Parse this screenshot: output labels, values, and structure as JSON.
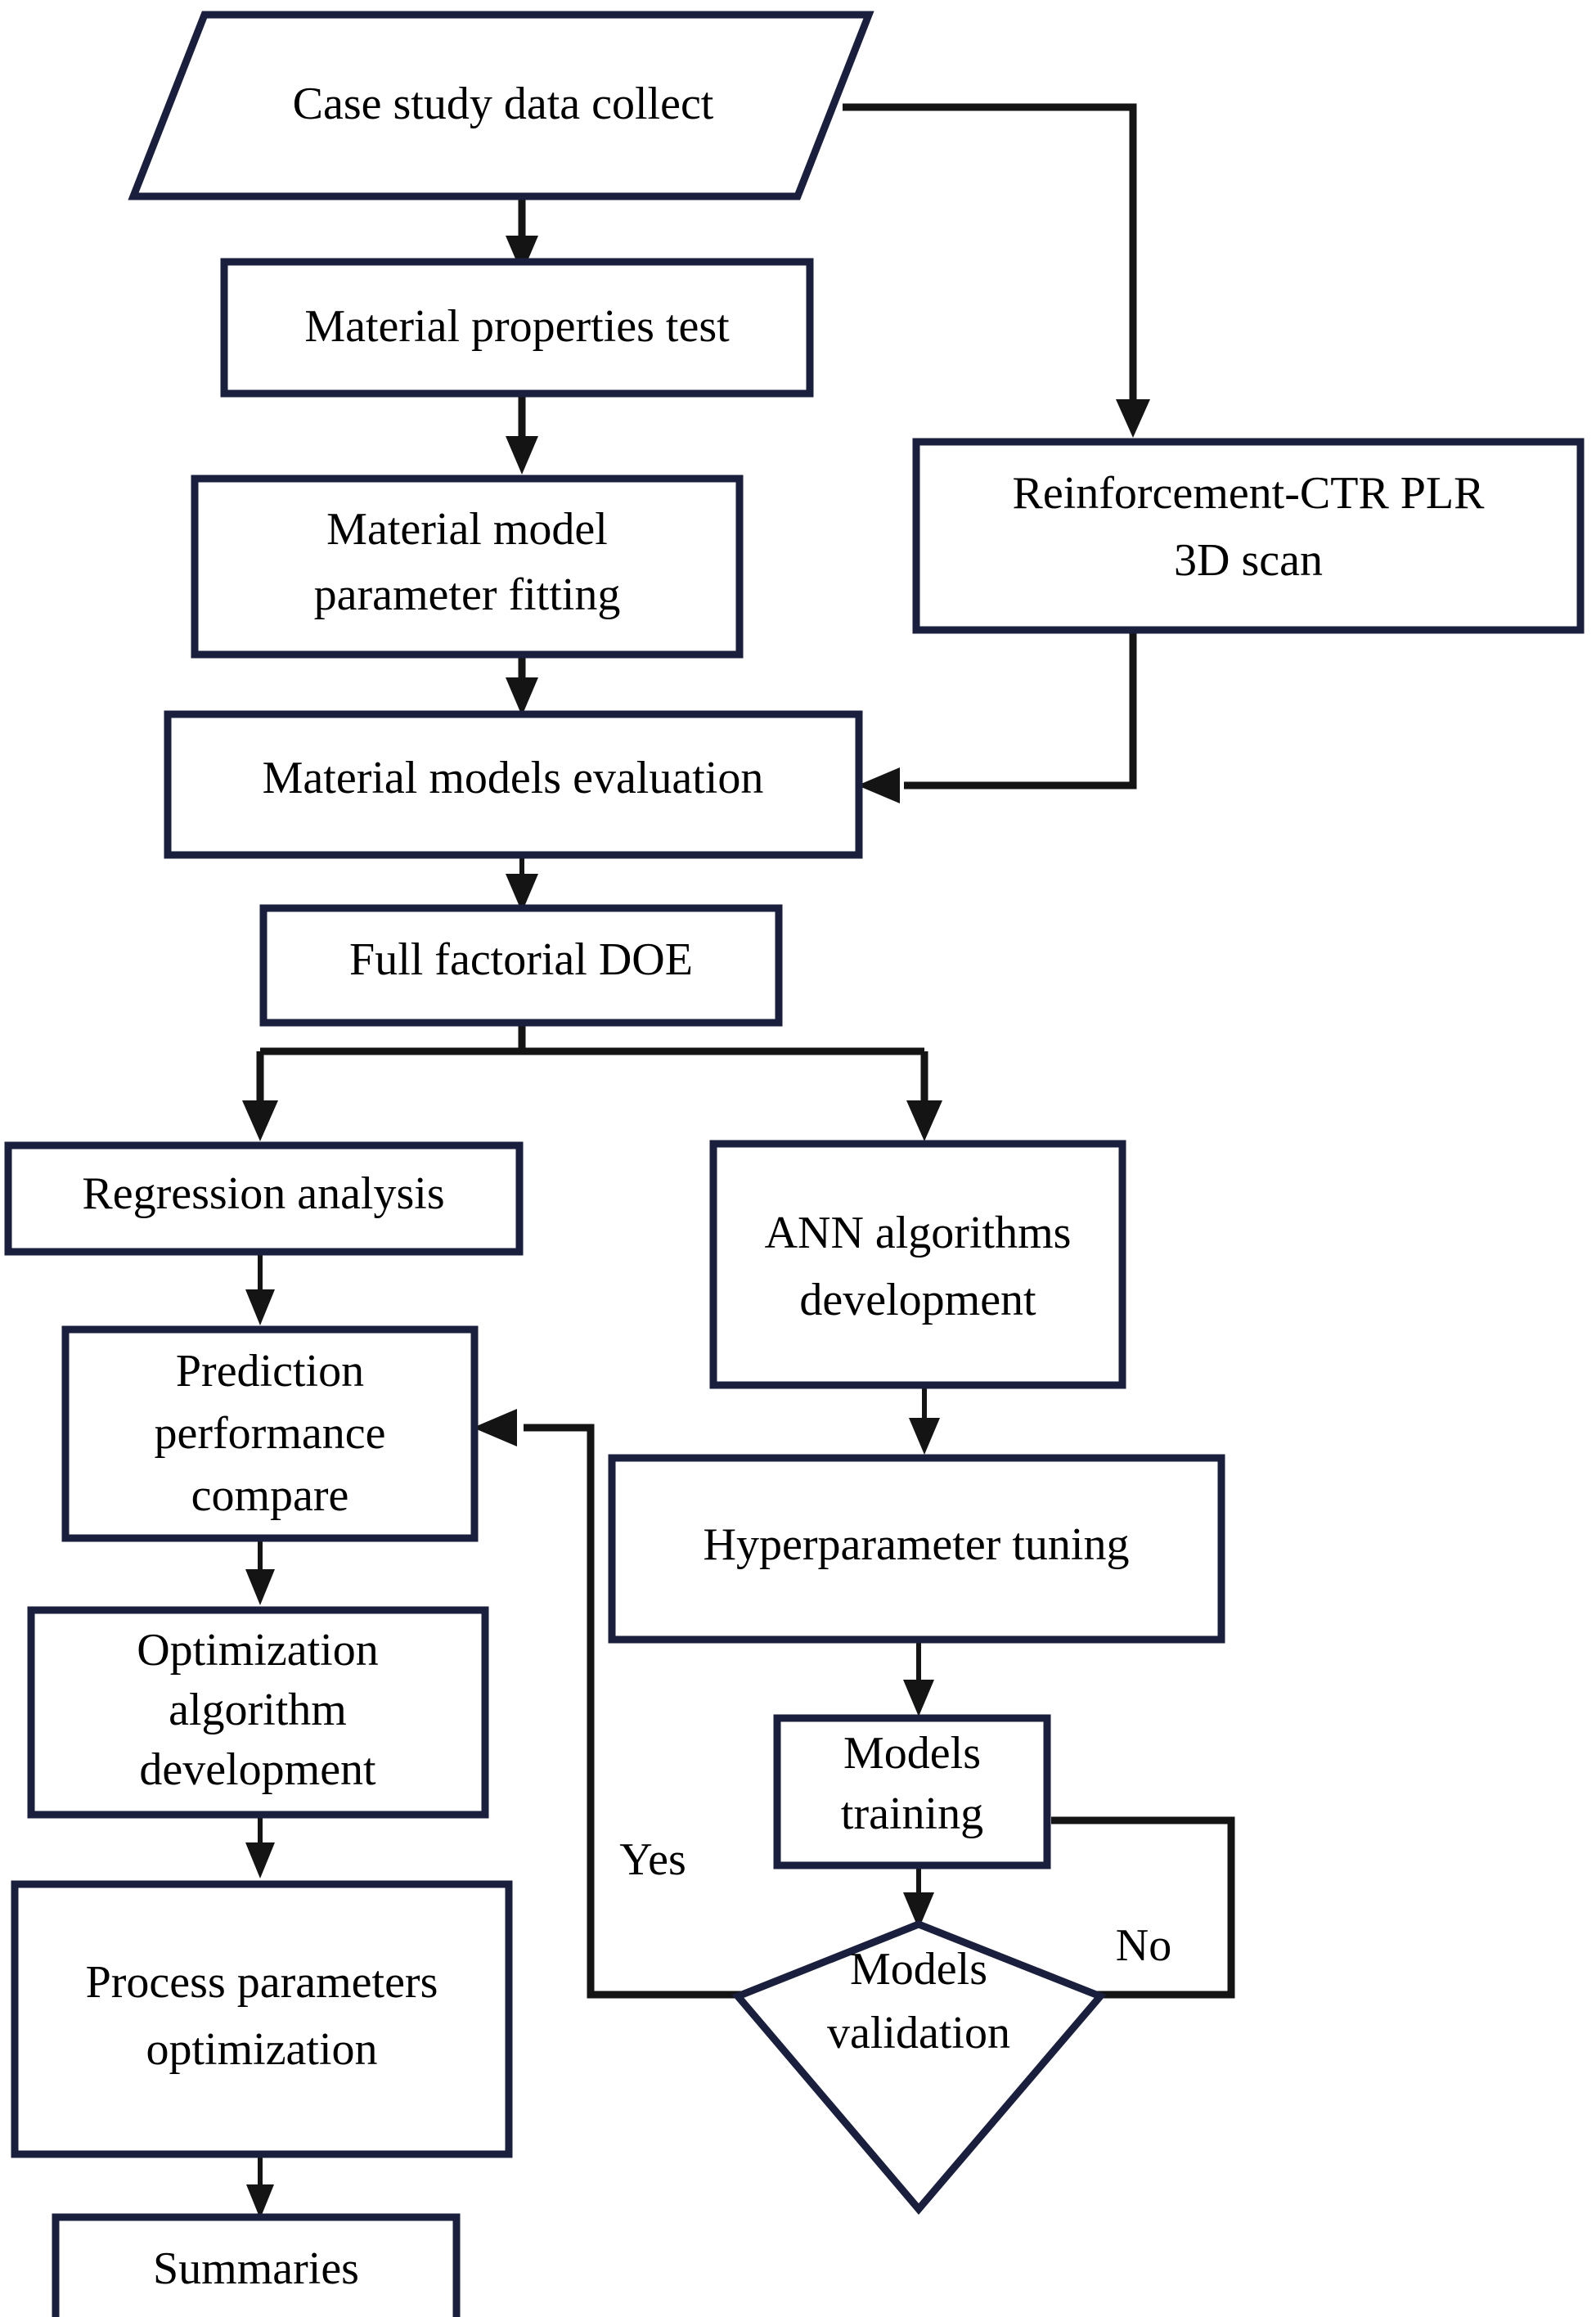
{
  "diagram": {
    "title": "Research methodology flowchart",
    "colors": {
      "node_border": "#1a1f3d",
      "connector": "#141414",
      "node_fill": "#ffffff",
      "text": "#000000",
      "background": "#ffffff"
    },
    "nodes": [
      {
        "id": "case-study-data-collect",
        "shape": "parallelogram",
        "label": "Case study data collect",
        "lines": [
          "Case study data collect"
        ]
      },
      {
        "id": "material-properties-test",
        "shape": "rectangle",
        "label": "Material properties test",
        "lines": [
          "Material properties test"
        ]
      },
      {
        "id": "material-model-parameter-fitting",
        "shape": "rectangle",
        "label": "Material model parameter fitting",
        "lines": [
          "Material model",
          "parameter fitting"
        ]
      },
      {
        "id": "reinforcement-ctr-plr-3d-scan",
        "shape": "rectangle",
        "label": "Reinforcement-CTR PLR 3D scan",
        "lines": [
          "Reinforcement-CTR PLR",
          "3D scan"
        ]
      },
      {
        "id": "material-models-evaluation",
        "shape": "rectangle",
        "label": "Material models evaluation",
        "lines": [
          "Material models evaluation"
        ]
      },
      {
        "id": "full-factorial-doe",
        "shape": "rectangle",
        "label": "Full factorial DOE",
        "lines": [
          "Full factorial DOE"
        ]
      },
      {
        "id": "regression-analysis",
        "shape": "rectangle",
        "label": "Regression analysis",
        "lines": [
          "Regression analysis"
        ]
      },
      {
        "id": "ann-algorithms-development",
        "shape": "rectangle",
        "label": "ANN algorithms development",
        "lines": [
          "ANN algorithms",
          "development"
        ]
      },
      {
        "id": "prediction-performance-compare",
        "shape": "rectangle",
        "label": "Prediction performance compare",
        "lines": [
          "Prediction",
          "performance",
          "compare"
        ]
      },
      {
        "id": "hyperparameter-tuning",
        "shape": "rectangle",
        "label": "Hyperparameter tuning",
        "lines": [
          "Hyperparameter tuning"
        ]
      },
      {
        "id": "optimization-algorithm-development",
        "shape": "rectangle",
        "label": "Optimization algorithm development",
        "lines": [
          "Optimization",
          "algorithm",
          "development"
        ]
      },
      {
        "id": "models-training",
        "shape": "rectangle",
        "label": "Models training",
        "lines": [
          "Models",
          "training"
        ]
      },
      {
        "id": "process-parameters-optimization",
        "shape": "rectangle",
        "label": "Process parameters optimization",
        "lines": [
          "Process parameters",
          "optimization"
        ]
      },
      {
        "id": "models-validation",
        "shape": "diamond",
        "label": "Models validation",
        "lines": [
          "Models",
          "validation"
        ]
      },
      {
        "id": "summaries",
        "shape": "rectangle",
        "label": "Summaries",
        "lines": [
          "Summaries"
        ]
      }
    ],
    "edge_labels": [
      {
        "id": "yes",
        "text": "Yes"
      },
      {
        "id": "no",
        "text": "No"
      }
    ],
    "edges": [
      {
        "from": "case-study-data-collect",
        "to": "material-properties-test",
        "label": ""
      },
      {
        "from": "case-study-data-collect",
        "to": "reinforcement-ctr-plr-3d-scan",
        "label": ""
      },
      {
        "from": "material-properties-test",
        "to": "material-model-parameter-fitting",
        "label": ""
      },
      {
        "from": "material-model-parameter-fitting",
        "to": "material-models-evaluation",
        "label": ""
      },
      {
        "from": "reinforcement-ctr-plr-3d-scan",
        "to": "material-models-evaluation",
        "label": ""
      },
      {
        "from": "material-models-evaluation",
        "to": "full-factorial-doe",
        "label": ""
      },
      {
        "from": "full-factorial-doe",
        "to": "regression-analysis",
        "label": ""
      },
      {
        "from": "full-factorial-doe",
        "to": "ann-algorithms-development",
        "label": ""
      },
      {
        "from": "regression-analysis",
        "to": "prediction-performance-compare",
        "label": ""
      },
      {
        "from": "ann-algorithms-development",
        "to": "hyperparameter-tuning",
        "label": ""
      },
      {
        "from": "hyperparameter-tuning",
        "to": "models-training",
        "label": ""
      },
      {
        "from": "models-training",
        "to": "models-validation",
        "label": ""
      },
      {
        "from": "models-validation",
        "to": "prediction-performance-compare",
        "label": "Yes"
      },
      {
        "from": "models-validation",
        "to": "models-training",
        "label": "No"
      },
      {
        "from": "prediction-performance-compare",
        "to": "optimization-algorithm-development",
        "label": ""
      },
      {
        "from": "optimization-algorithm-development",
        "to": "process-parameters-optimization",
        "label": ""
      },
      {
        "from": "process-parameters-optimization",
        "to": "summaries",
        "label": ""
      }
    ]
  }
}
